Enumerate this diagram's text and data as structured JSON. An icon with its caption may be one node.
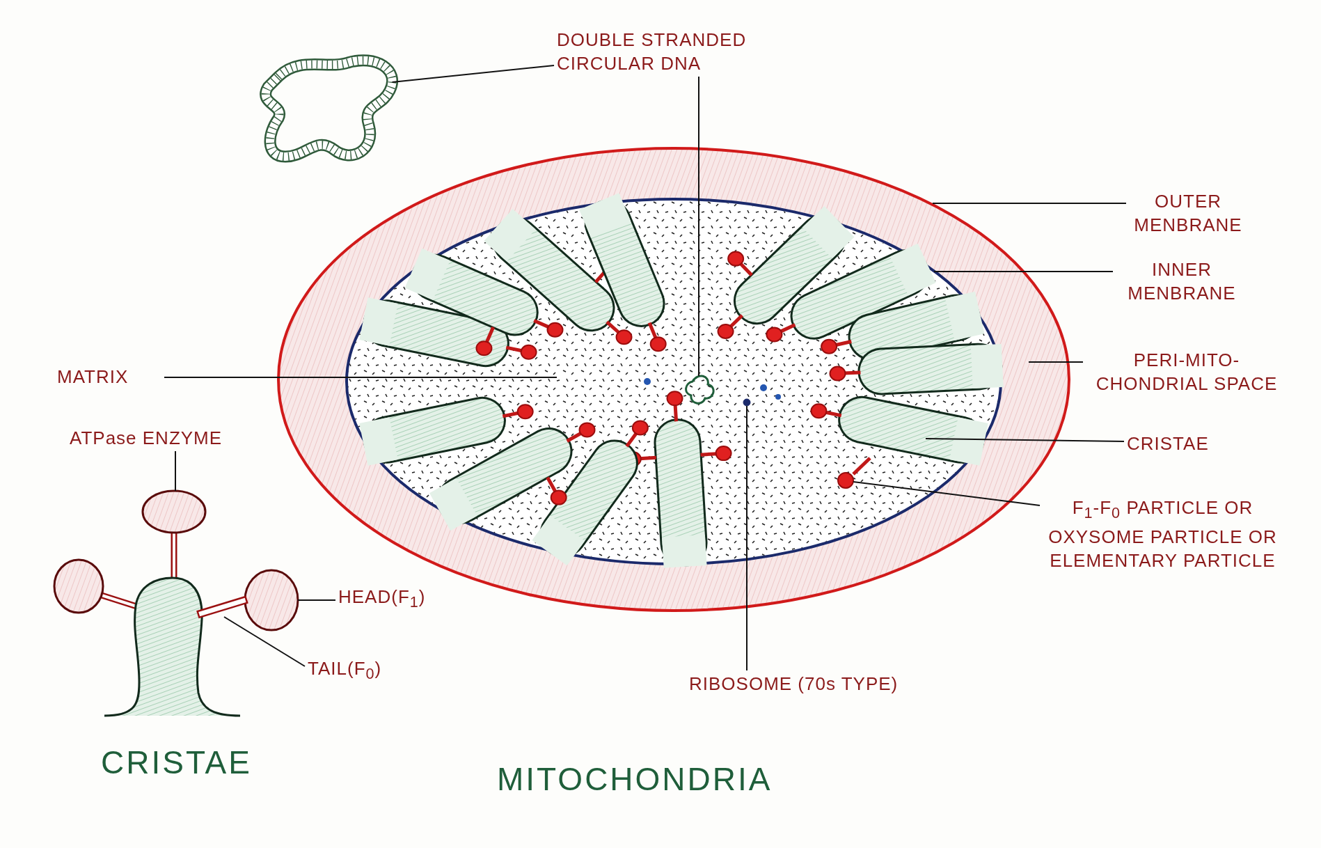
{
  "diagram": {
    "nodes": [
      {
        "text": [
          "DOUBLE STRANDED CIRCULAR DNA"
        ]
      },
      {
        "text": [],
        "shape": "picture"
      },
      {
        "text": [
          "OUTER MENBRANE"
        ]
      },
      {
        "text": [
          "INNER MENBRANE"
        ]
      },
      {
        "text": [
          "PERI-MITO- CHONDRIAL SPACE"
        ]
      },
      {
        "text": [
          "MATRIX"
        ]
      },
      {
        "text": [
          "CRISTAE"
        ]
      },
      {
        "text": [
          "F$_{1}$-F$_{0}$ PARTICLE OR OXYSOME PARTICLE OR ELEMENTARY PARTICLE"
        ]
      },
      {
        "text": [
          "RIBOSOME (70s TYPE)"
        ]
      },
      {
        "text": [
          "ATPase ENZYME"
        ]
      },
      {
        "text": [
          "HEAD(F$_{1}$)"
        ]
      },
      {
        "text": [
          "TAIL(F$_{0}$)"
        ]
      },
      {
        "text": [],
        "shape": "ellipse"
      },
      {
        "text": [],
        "shape": "ellipse",
        "in": 12
      },
      {
        "text": [],
        "shape": "circle",
        "in": 13
      },
      {
        "text": [],
        "shape": "circle",
        "in": 13
      },
      {
        "text": [],
        "shape": "picture",
        "in": 13
      },
      {
        "text": [],
        "shape": "ellipse"
      },
      {
        "text": [],
        "shape": "ellipse"
      },
      {
        "text": [],
        "shape": "bar"
      }
    ],
    "edges": [
      {
        "from": 0,
        "to": 1,
        "arrow": "none"
      },
      {
        "from": 0,
        "to": 16,
        "arrow": "none"
      },
      {
        "from": 2,
        "to": 12,
        "arrow": "none"
      },
      {
        "from": 3,
        "to": 13,
        "arrow": "none"
      },
      {
        "from": 4,
        "to": 12,
        "arrow": "none"
      },
      {
        "from": 5,
        "to": 13,
        "arrow": "none"
      },
      {
        "from": 6,
        "to": 13,
        "arrow": "none"
      },
      {
        "from": 7,
        "to": 14,
        "arrow": "none"
      },
      {
        "from": 8,
        "to": 15,
        "arrow": "none"
      },
      {
        "from": 9,
        "to": 17,
        "arrow": "none"
      },
      {
        "from": 10,
        "to": 18,
        "arrow": "none"
      },
      {
        "from": 11,
        "to": 19,
        "arrow": "none"
      }
    ],
    "labels": [
      "CRISTAE",
      "MITOCHONDRIA"
    ]
  }
}
